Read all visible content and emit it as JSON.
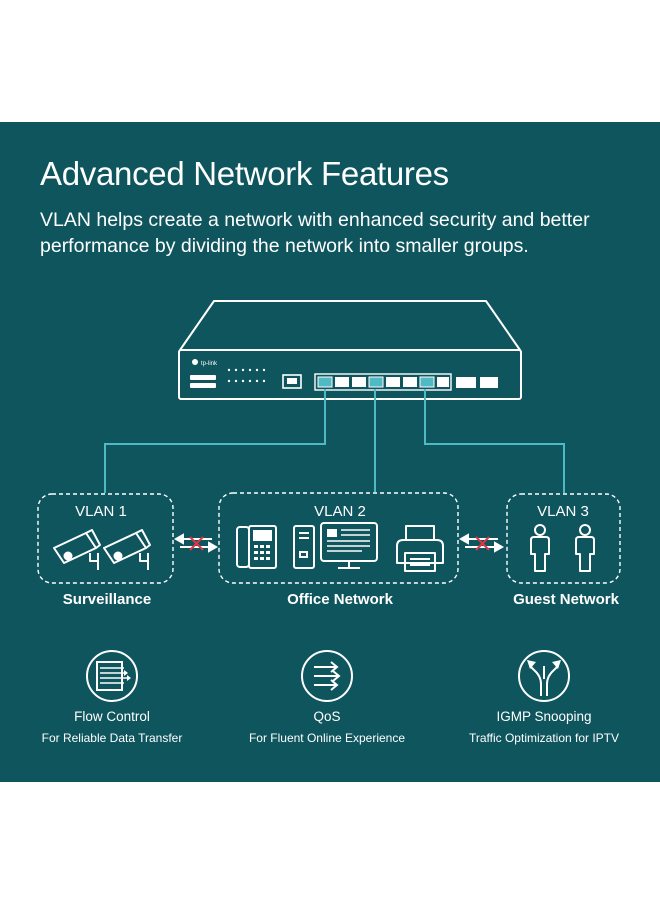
{
  "page": {
    "title": "Advanced Network Features",
    "description_lines": [
      "VLAN helps create a network with enhanced security and better",
      "performance by dividing the network into smaller groups."
    ],
    "colors": {
      "background": "#0e555e",
      "accent": "#4fb9c4",
      "line": "#ffffff",
      "blocked": "#e03545"
    }
  },
  "device": {
    "brand": "tp-link"
  },
  "vlans": [
    {
      "title": "VLAN 1",
      "label": "Surveillance",
      "icons": [
        "security-camera-icon",
        "security-camera-icon"
      ]
    },
    {
      "title": "VLAN 2",
      "label": "Office Network",
      "icons": [
        "ip-phone-icon",
        "desktop-computer-icon",
        "printer-icon"
      ]
    },
    {
      "title": "VLAN 3",
      "label": "Guest Network",
      "icons": [
        "person-icon",
        "person-icon"
      ]
    }
  ],
  "features": [
    {
      "name": "Flow Control",
      "description": "For Reliable Data Transfer",
      "icon": "flow-control-icon"
    },
    {
      "name": "QoS",
      "description": "For Fluent Online Experience",
      "icon": "qos-icon"
    },
    {
      "name": "IGMP Snooping",
      "description": "Traffic Optimization for IPTV",
      "icon": "igmp-snooping-icon"
    }
  ]
}
